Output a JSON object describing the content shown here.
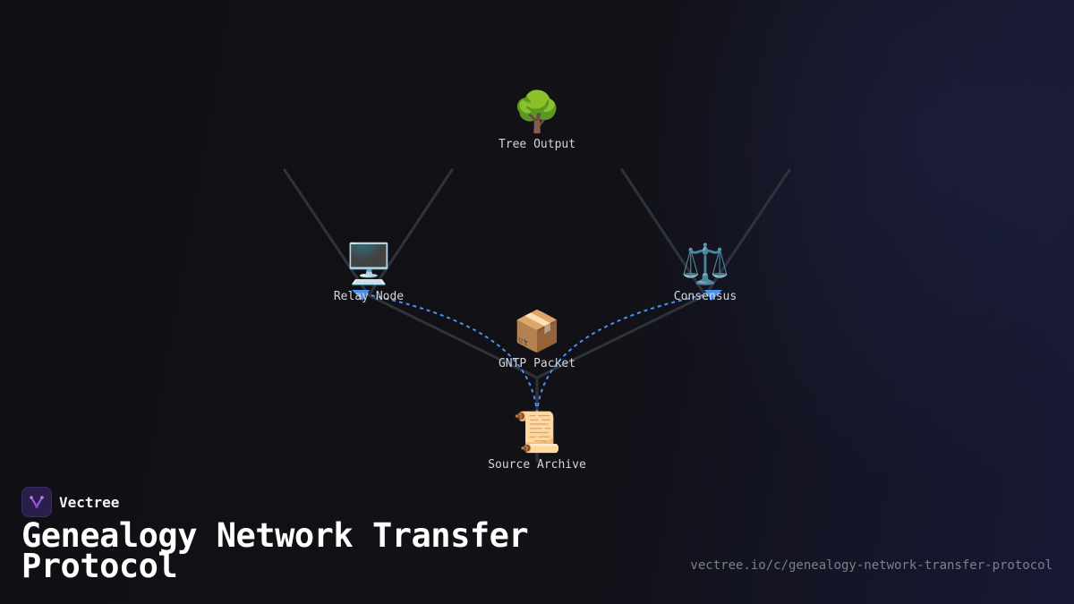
{
  "diagram": {
    "nodes": [
      {
        "id": "tree_output",
        "label": "Tree Output",
        "icon": "🌳",
        "icon_name": "tree-icon"
      },
      {
        "id": "relay_node",
        "label": "Relay Node",
        "icon": "🖥️",
        "icon_name": "desktop-computer-icon"
      },
      {
        "id": "consensus",
        "label": "Consensus",
        "icon": "⚖️",
        "icon_name": "balance-scale-icon"
      },
      {
        "id": "gntp_packet",
        "label": "GNTP Packet",
        "icon": "📦",
        "icon_name": "package-icon"
      },
      {
        "id": "source_archive",
        "label": "Source Archive",
        "icon": "📜",
        "icon_name": "scroll-icon"
      }
    ],
    "flows": [
      {
        "from": "source_archive",
        "to": "relay_node",
        "style": "dashed",
        "color": "#4a90f0"
      },
      {
        "from": "source_archive",
        "to": "consensus",
        "style": "dashed",
        "color": "#4a90f0"
      }
    ],
    "tree_line_color": "#2f333b"
  },
  "brand": {
    "name": "Vectree",
    "logo_icon": "vectree-logo-icon",
    "accent": "#a45be8"
  },
  "title": "Genealogy Network Transfer Protocol",
  "url": "vectree.io/c/genealogy-network-transfer-protocol",
  "colors": {
    "background": "#111116",
    "flow": "#4a90f0",
    "text": "#d4d6dc"
  }
}
